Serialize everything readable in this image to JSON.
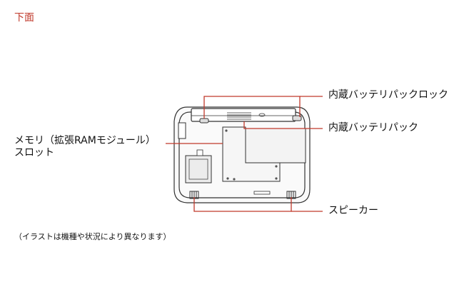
{
  "header": {
    "title": "下面"
  },
  "callouts": {
    "battery_lock": "内蔵バッテリパックロック",
    "battery_pack": "内蔵バッテリパック",
    "memory_slot_line1": "メモリ（拡張RAMモジュール）",
    "memory_slot_line2": "スロット",
    "speaker": "スピーカー"
  },
  "footnote": "（イラストは機種や状況により異なります）",
  "colors": {
    "title": "#c0392b",
    "callout_line": "#c0392b",
    "device_outline": "#333333"
  }
}
